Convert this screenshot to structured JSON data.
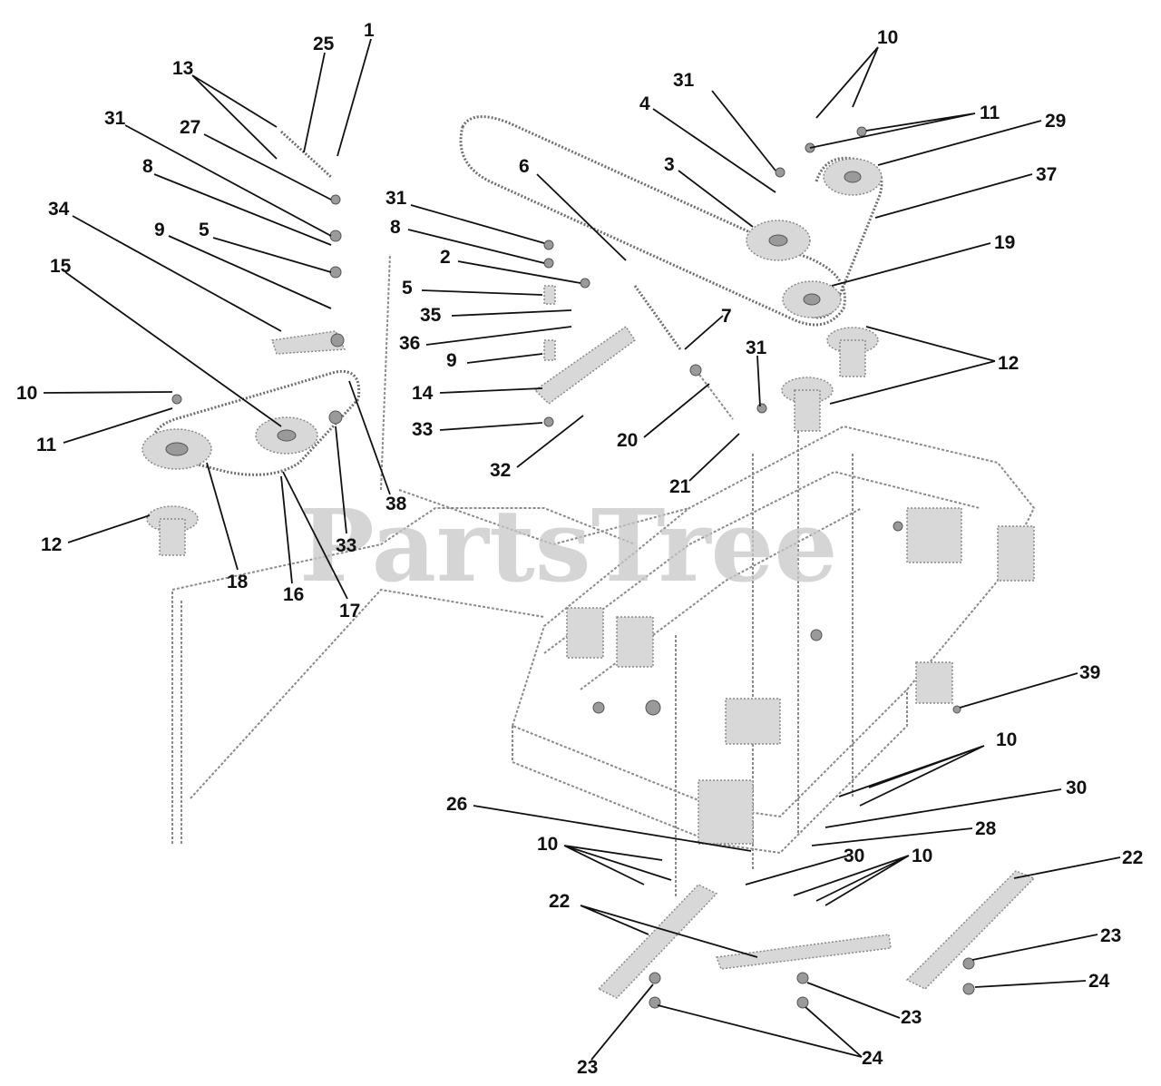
{
  "watermark": "PartsTree",
  "callouts": [
    {
      "id": "c-1",
      "text": "1"
    },
    {
      "id": "c-25",
      "text": "25"
    },
    {
      "id": "c-13",
      "text": "13"
    },
    {
      "id": "c-31a",
      "text": "31"
    },
    {
      "id": "c-27",
      "text": "27"
    },
    {
      "id": "c-8a",
      "text": "8"
    },
    {
      "id": "c-34",
      "text": "34"
    },
    {
      "id": "c-9a",
      "text": "9"
    },
    {
      "id": "c-5a",
      "text": "5"
    },
    {
      "id": "c-15",
      "text": "15"
    },
    {
      "id": "c-10a",
      "text": "10"
    },
    {
      "id": "c-11a",
      "text": "11"
    },
    {
      "id": "c-12a",
      "text": "12"
    },
    {
      "id": "c-18",
      "text": "18"
    },
    {
      "id": "c-16",
      "text": "16"
    },
    {
      "id": "c-17",
      "text": "17"
    },
    {
      "id": "c-33a",
      "text": "33"
    },
    {
      "id": "c-38",
      "text": "38"
    },
    {
      "id": "c-31b",
      "text": "31"
    },
    {
      "id": "c-8b",
      "text": "8"
    },
    {
      "id": "c-2",
      "text": "2"
    },
    {
      "id": "c-5b",
      "text": "5"
    },
    {
      "id": "c-35",
      "text": "35"
    },
    {
      "id": "c-36",
      "text": "36"
    },
    {
      "id": "c-9b",
      "text": "9"
    },
    {
      "id": "c-14",
      "text": "14"
    },
    {
      "id": "c-33b",
      "text": "33"
    },
    {
      "id": "c-32",
      "text": "32"
    },
    {
      "id": "c-6",
      "text": "6"
    },
    {
      "id": "c-31c",
      "text": "31"
    },
    {
      "id": "c-4",
      "text": "4"
    },
    {
      "id": "c-3",
      "text": "3"
    },
    {
      "id": "c-10b",
      "text": "10"
    },
    {
      "id": "c-11b",
      "text": "11"
    },
    {
      "id": "c-29",
      "text": "29"
    },
    {
      "id": "c-37",
      "text": "37"
    },
    {
      "id": "c-19",
      "text": "19"
    },
    {
      "id": "c-7",
      "text": "7"
    },
    {
      "id": "c-31d",
      "text": "31"
    },
    {
      "id": "c-12b",
      "text": "12"
    },
    {
      "id": "c-20",
      "text": "20"
    },
    {
      "id": "c-21",
      "text": "21"
    },
    {
      "id": "c-39",
      "text": "39"
    },
    {
      "id": "c-10c",
      "text": "10"
    },
    {
      "id": "c-30a",
      "text": "30"
    },
    {
      "id": "c-26",
      "text": "26"
    },
    {
      "id": "c-28",
      "text": "28"
    },
    {
      "id": "c-10d",
      "text": "10"
    },
    {
      "id": "c-30b",
      "text": "30"
    },
    {
      "id": "c-10e",
      "text": "10"
    },
    {
      "id": "c-22a",
      "text": "22"
    },
    {
      "id": "c-22b",
      "text": "22"
    },
    {
      "id": "c-23a",
      "text": "23"
    },
    {
      "id": "c-24a",
      "text": "24"
    },
    {
      "id": "c-23b",
      "text": "23"
    },
    {
      "id": "c-24b",
      "text": "24"
    },
    {
      "id": "c-23c",
      "text": "23"
    }
  ]
}
